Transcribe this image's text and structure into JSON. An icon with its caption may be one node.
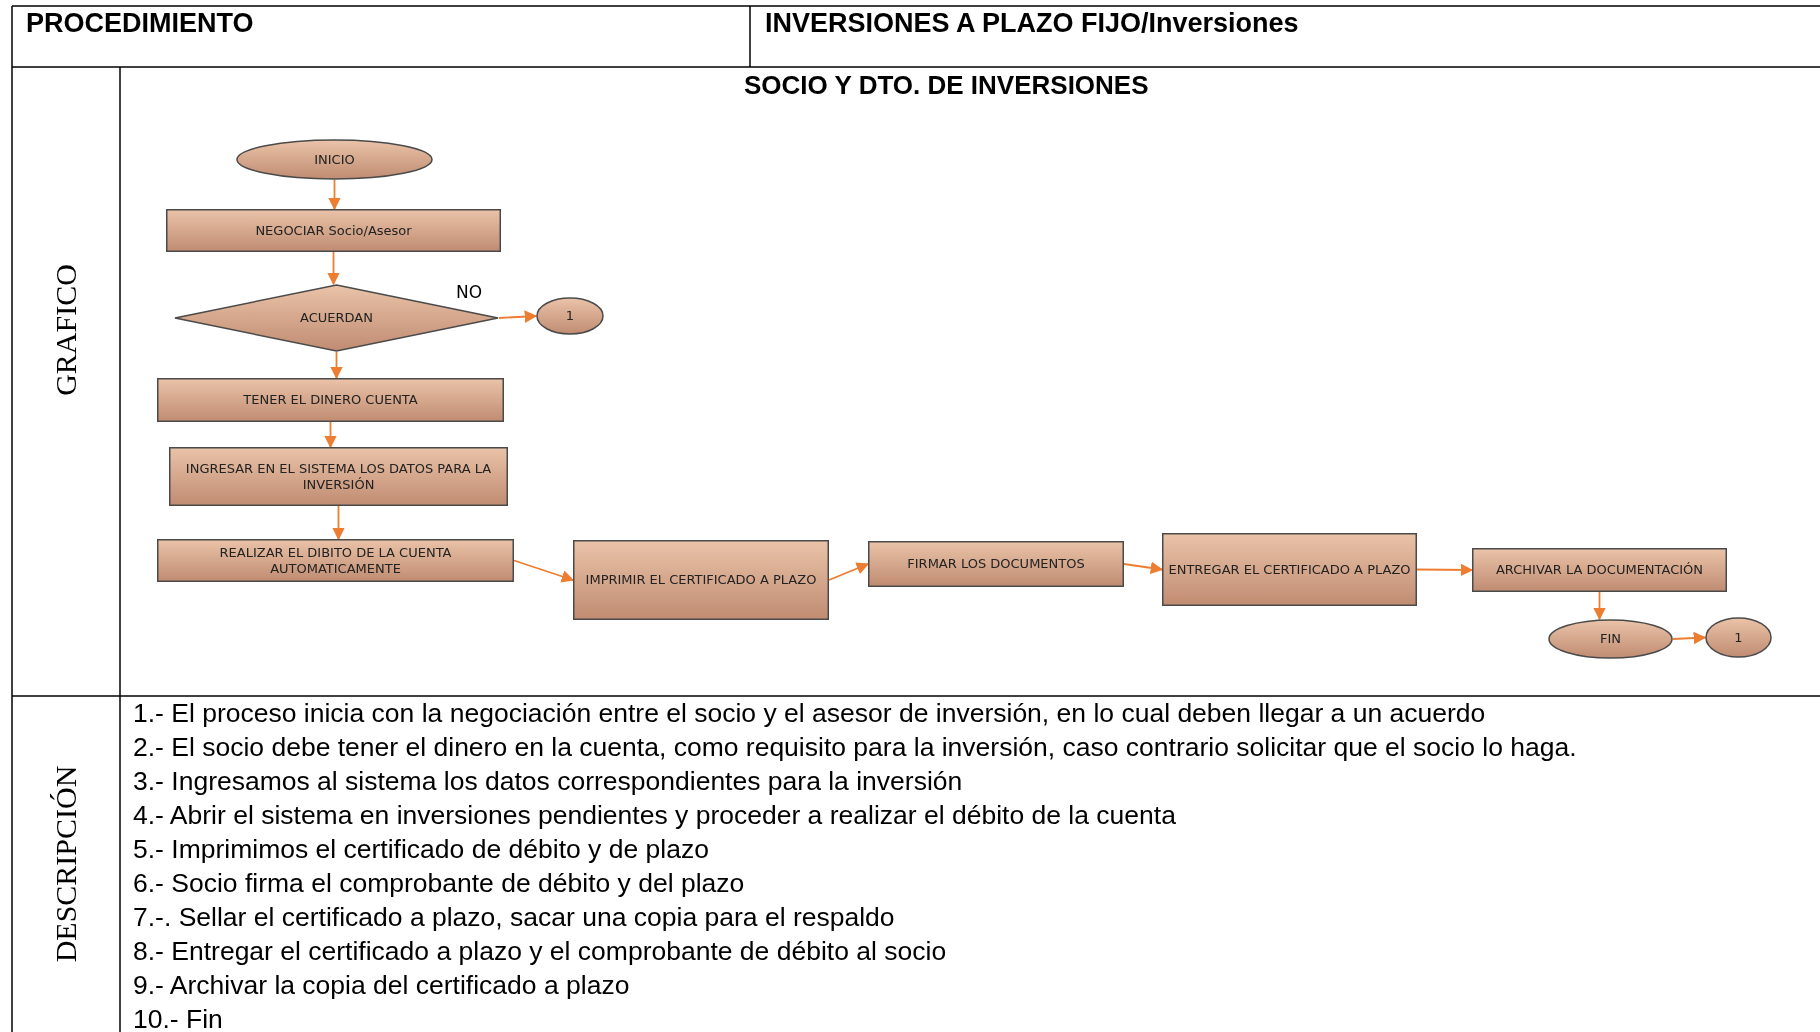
{
  "diagram": {
    "nodes": [
      {
        "text": [
          "INICIO"
        ]
      },
      {
        "text": [
          "NEGOCIAR Socio/Asesor"
        ]
      },
      {
        "text": [
          "ACUERDAN"
        ]
      },
      {
        "text": [
          "1"
        ]
      },
      {
        "text": [
          "TENER EL DINERO CUENTA"
        ]
      },
      {
        "text": [
          "INGRESAR EN EL SISTEMA LOS DATOS PARA LA INVERSIÓN"
        ]
      },
      {
        "text": [
          "REALIZAR EL DIBITO DE LA CUENTA AUTOMATICAMENTE"
        ]
      },
      {
        "text": [
          "IMPRIMIR EL CERTIFICADO A PLAZO"
        ]
      },
      {
        "text": [
          "FIRMAR LOS DOCUMENTOS"
        ]
      },
      {
        "text": [
          "ENTREGAR EL CERTIFICADO A PLAZO"
        ]
      },
      {
        "text": [
          "ARCHIVAR LA DOCUMENTACIÓN"
        ]
      },
      {
        "text": [
          "FIN"
        ]
      },
      {
        "text": [
          "1"
        ]
      }
    ],
    "edges": [
      {
        "from": 0,
        "to": 1,
        "arrow": "to"
      },
      {
        "from": 1,
        "to": 2,
        "arrow": "to"
      },
      {
        "from": 2,
        "to": 3,
        "arrow": "to",
        "label": "NO"
      },
      {
        "from": 2,
        "to": 4,
        "arrow": "to"
      },
      {
        "from": 4,
        "to": 5,
        "arrow": "to"
      },
      {
        "from": 5,
        "to": 6,
        "arrow": "to"
      },
      {
        "from": 6,
        "to": 7,
        "arrow": "to"
      },
      {
        "from": 7,
        "to": 8,
        "arrow": "to"
      },
      {
        "from": 8,
        "to": 9,
        "arrow": "to"
      },
      {
        "from": 9,
        "to": 10,
        "arrow": "to"
      },
      {
        "from": 10,
        "to": 11,
        "arrow": "to"
      },
      {
        "from": 11,
        "to": 12,
        "arrow": "to"
      }
    ],
    "labels": [
      "PROCEDIMIENTO",
      "INVERSIONES A PLAZO FIJO/Inversiones",
      "GRAFICO",
      "SOCIO Y DTO. DE INVERSIONES",
      "DESCRIPCIÓN",
      "1.- El proceso inicia con la negociación entre el socio y el asesor de inversión, en lo cual deben llegar a un acuerdo",
      "2.- El socio debe tener el dinero en la cuenta, como requisito para la inversión, caso contrario solicitar que el socio lo haga.",
      "3.- Ingresamos al sistema los datos correspondientes para la inversión",
      "4.- Abrir el sistema en inversiones pendientes y proceder a realizar el débito de la cuenta",
      "5.- Imprimimos el certificado de débito y de plazo",
      "6.- Socio firma el comprobante de débito y del plazo",
      "7.-. Sellar el certificado a plazo, sacar una copia para el respaldo",
      "8.- Entregar el certificado a plazo y el comprobante de débito al socio",
      "9.- Archivar la copia del certificado a plazo",
      "10.- Fin"
    ]
  }
}
